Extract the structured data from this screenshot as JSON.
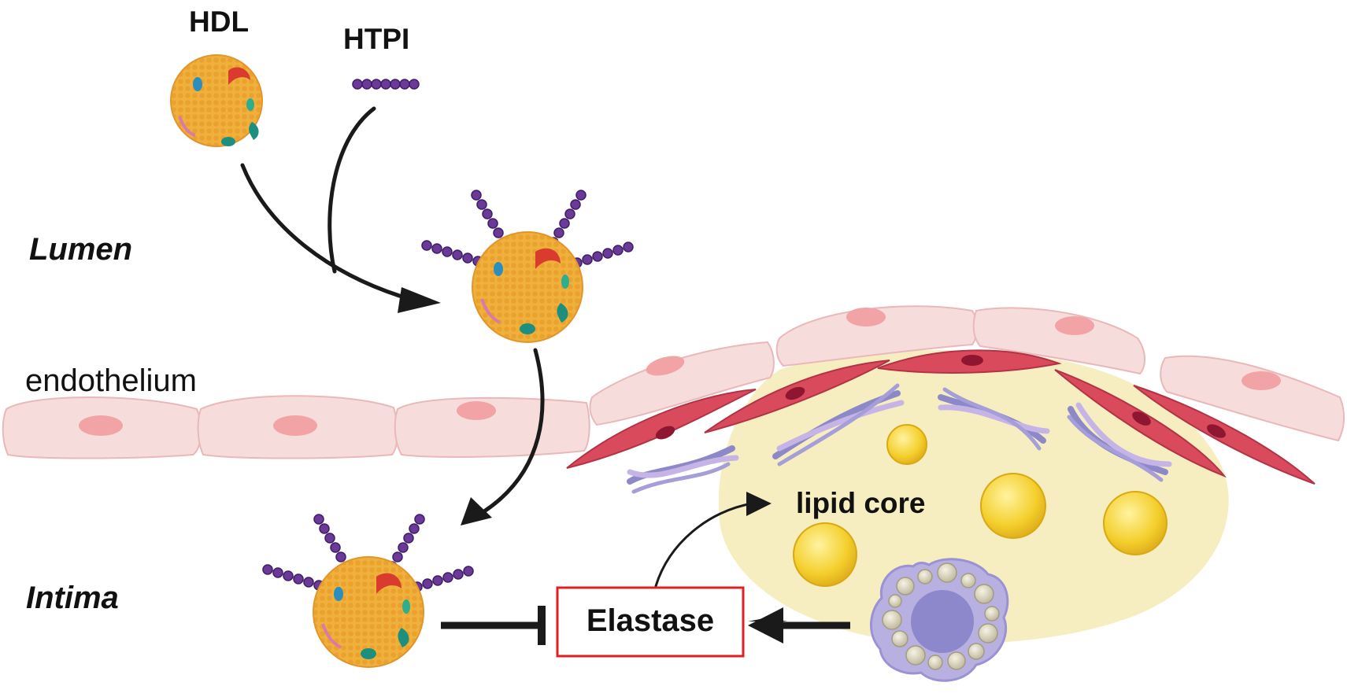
{
  "labels": {
    "hdl": "HDL",
    "htpi": "HTPI",
    "lumen": "Lumen",
    "endothelium": "endothelium",
    "intima": "Intima",
    "lipid_core": "lipid core",
    "elastase": "Elastase"
  },
  "colors": {
    "particle_fill": "#f0b03c",
    "particle_dots": "#e79a25",
    "peptide_bead": "#6b3a99",
    "endothelial_cell": "#f7dcdc",
    "endothelial_nucleus": "#f2a3a6",
    "smooth_muscle_cell": "#d94a5c",
    "smooth_muscle_nucleus": "#8e1630",
    "lipid_core": "#f6eec0",
    "lipid_droplet": "#f6d23a",
    "collagen_a": "#8d89c8",
    "collagen_b": "#c7b4e6",
    "foam_cell": "#b7b0e0",
    "foam_nucleus": "#8d87cc",
    "elastase_box_border": "#e02020",
    "arrow": "#1a1a1a"
  }
}
